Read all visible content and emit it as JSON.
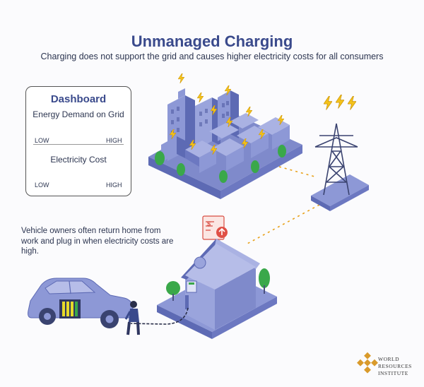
{
  "header": {
    "title": "Unmanaged Charging",
    "subtitle": "Charging does not support the grid and causes higher electricity costs for all consumers"
  },
  "dashboard": {
    "title": "Dashboard",
    "energy_label": "Energy Demand on Grid",
    "energy_low": "LOW",
    "energy_high": "HIGH",
    "cost_label": "Electricity Cost",
    "cost_low": "LOW",
    "cost_high": "HIGH"
  },
  "note": "Vehicle owners often return home from work and plug in when electricity costs are high.",
  "logo": {
    "line1": "WORLD",
    "line2": "RESOURCES",
    "line3": "INSTITUTE"
  },
  "colors": {
    "title": "#3a4a8c",
    "building": "#8d98d6",
    "building_dark": "#5d6ab4",
    "bolt": "#f4c21a",
    "gradient_low": "#3aa84a",
    "gradient_high": "#d42f2f",
    "tree": "#3aa84a",
    "battery": "#e6d92a"
  }
}
